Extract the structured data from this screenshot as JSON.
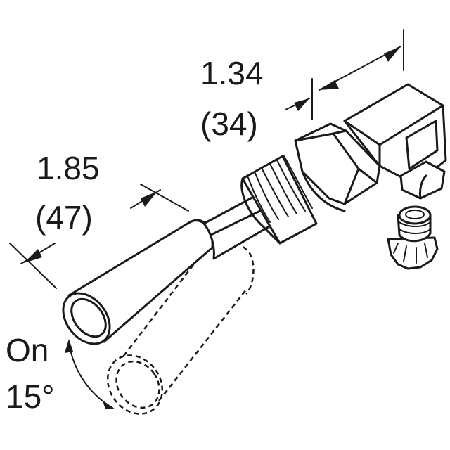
{
  "dimensions": {
    "overall_length": {
      "inches": "1.85",
      "mm": "(47)"
    },
    "body_length": {
      "inches": "1.34",
      "mm": "(34)"
    }
  },
  "actuation": {
    "line1": "On",
    "line2": "15°"
  }
}
